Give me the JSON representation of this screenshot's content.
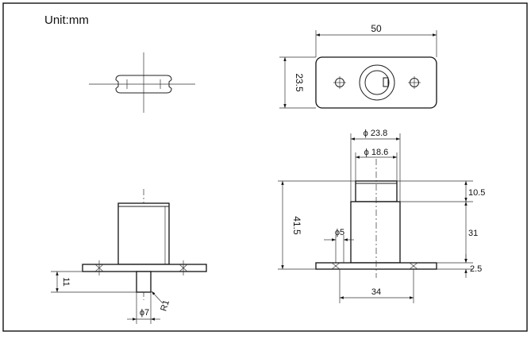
{
  "unit_label": "Unit:mm",
  "dimensions": {
    "top_width": "50",
    "top_height": "23.5",
    "outer_dia": "ϕ 23.8",
    "inner_dia": "ϕ 18.6",
    "total_height": "41.5",
    "cap_height": "10.5",
    "body_height": "31",
    "flange_thickness": "2.5",
    "hole_dia": "ϕ5",
    "hole_spacing": "34",
    "shaft_length": "11",
    "shaft_dia": "ϕ7",
    "fillet_radius": "R1"
  }
}
